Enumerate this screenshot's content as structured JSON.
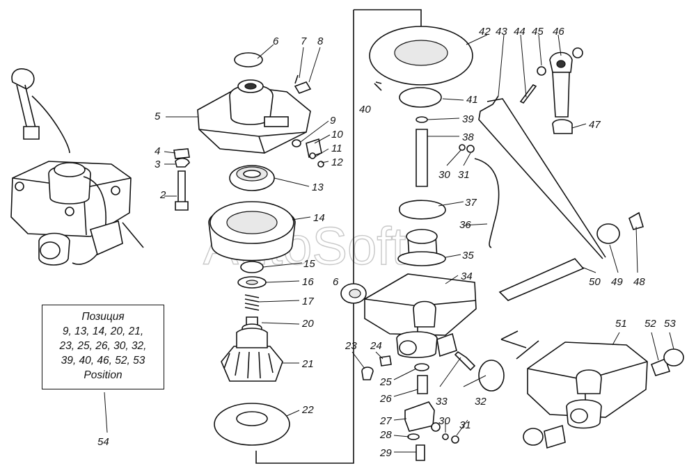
{
  "watermark": "AutoSoft",
  "callouts": [
    "2",
    "3",
    "4",
    "5",
    "6",
    "7",
    "8",
    "9",
    "10",
    "11",
    "12",
    "13",
    "14",
    "15",
    "16",
    "17",
    "20",
    "21",
    "22",
    "23",
    "24",
    "25",
    "26",
    "27",
    "28",
    "29",
    "30",
    "31",
    "32",
    "33",
    "34",
    "35",
    "36",
    "37",
    "38",
    "39",
    "40",
    "41",
    "42",
    "43",
    "44",
    "45",
    "46",
    "47",
    "48",
    "49",
    "50",
    "51",
    "52",
    "53",
    "54"
  ],
  "legend": {
    "title": "Позиция",
    "lines": [
      "9, 13, 14, 20, 21,",
      "23, 25, 26, 30, 32,",
      "39, 40, 46, 52, 53"
    ],
    "footer": "Position",
    "ref_number": "54"
  }
}
